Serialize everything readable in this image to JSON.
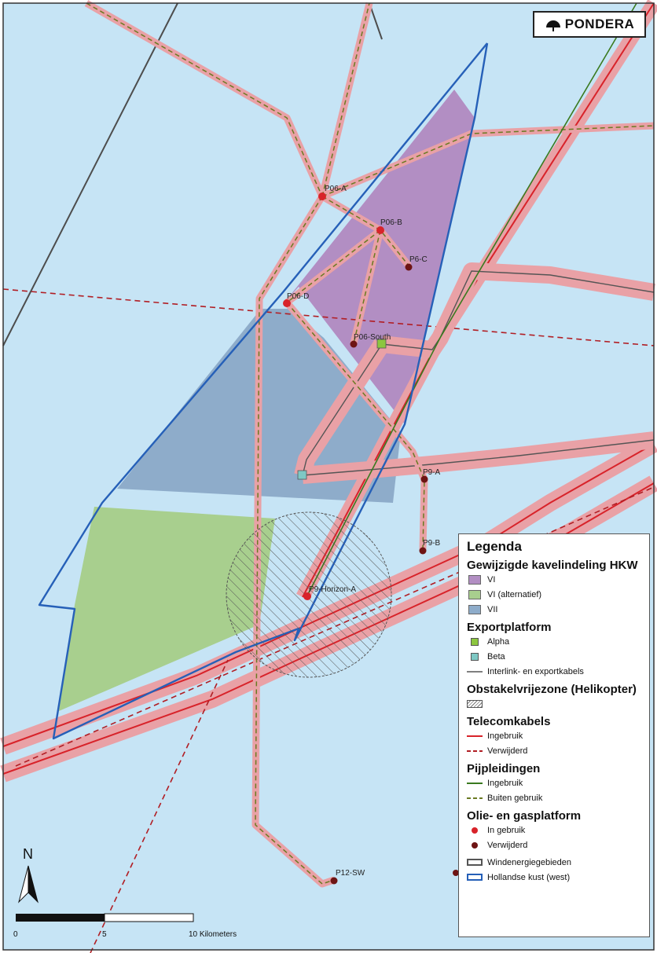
{
  "logo": {
    "text": "PONDERA"
  },
  "platforms": [
    {
      "label": "P06-A",
      "status": "in_gebruik"
    },
    {
      "label": "P06-B",
      "status": "in_gebruik"
    },
    {
      "label": "P6-C",
      "status": "verwijderd"
    },
    {
      "label": "P06-D",
      "status": "in_gebruik"
    },
    {
      "label": "P06-South",
      "status": "verwijderd"
    },
    {
      "label": "P9-A",
      "status": "verwijderd"
    },
    {
      "label": "P9-B",
      "status": "verwijderd"
    },
    {
      "label": "P9-Horizon-A",
      "status": "in_gebruik"
    },
    {
      "label": "P12-SW",
      "status": "verwijderd"
    }
  ],
  "colors": {
    "sea": "#c6e4f5",
    "kavel_vi": "#b28ec3",
    "kavel_vi_alt": "#a8cf8e",
    "kavel_vii": "#8eacca",
    "buffer": "#e9a1a6",
    "telecom": "#d8232a",
    "pipeline": "#3a7a1f",
    "pipeline_out": "#6a7a22",
    "coast_boundary": "#2660b8",
    "wind_area": "#555555",
    "platform_active": "#d8232a",
    "platform_removed": "#6e1414",
    "export_alpha": "#8cc63f",
    "export_beta": "#7ec8c4"
  },
  "north_arrow": {
    "letter": "N",
    "icon": "north-arrow-icon"
  },
  "scale_bar": {
    "label_0": "0",
    "label_5": "5",
    "label_10": "10 Kilometers"
  },
  "legend": {
    "title": "Legenda",
    "kavel": {
      "heading": "Gewijzigde kavelindeling HKW",
      "vi": "VI",
      "vi_alt": "VI (alternatief)",
      "vii": "VII"
    },
    "export": {
      "heading": "Exportplatform",
      "alpha": "Alpha",
      "beta": "Beta",
      "cables": "Interlink- en exportkabels"
    },
    "obstakel": {
      "heading": "Obstakelvrijezone (Helikopter)"
    },
    "telecom": {
      "heading": "Telecomkabels",
      "ingebruik": "Ingebruik",
      "verwijderd": "Verwijderd"
    },
    "pijp": {
      "heading": "Pijpleidingen",
      "ingebruik": "Ingebruik",
      "buiten": "Buiten gebruik"
    },
    "olie": {
      "heading": "Olie- en gasplatform",
      "ingebruik": "In gebruik",
      "verwijderd": "Verwijderd"
    },
    "wind": "Windenergiegebieden",
    "kust": "Hollandse kust (west)"
  }
}
